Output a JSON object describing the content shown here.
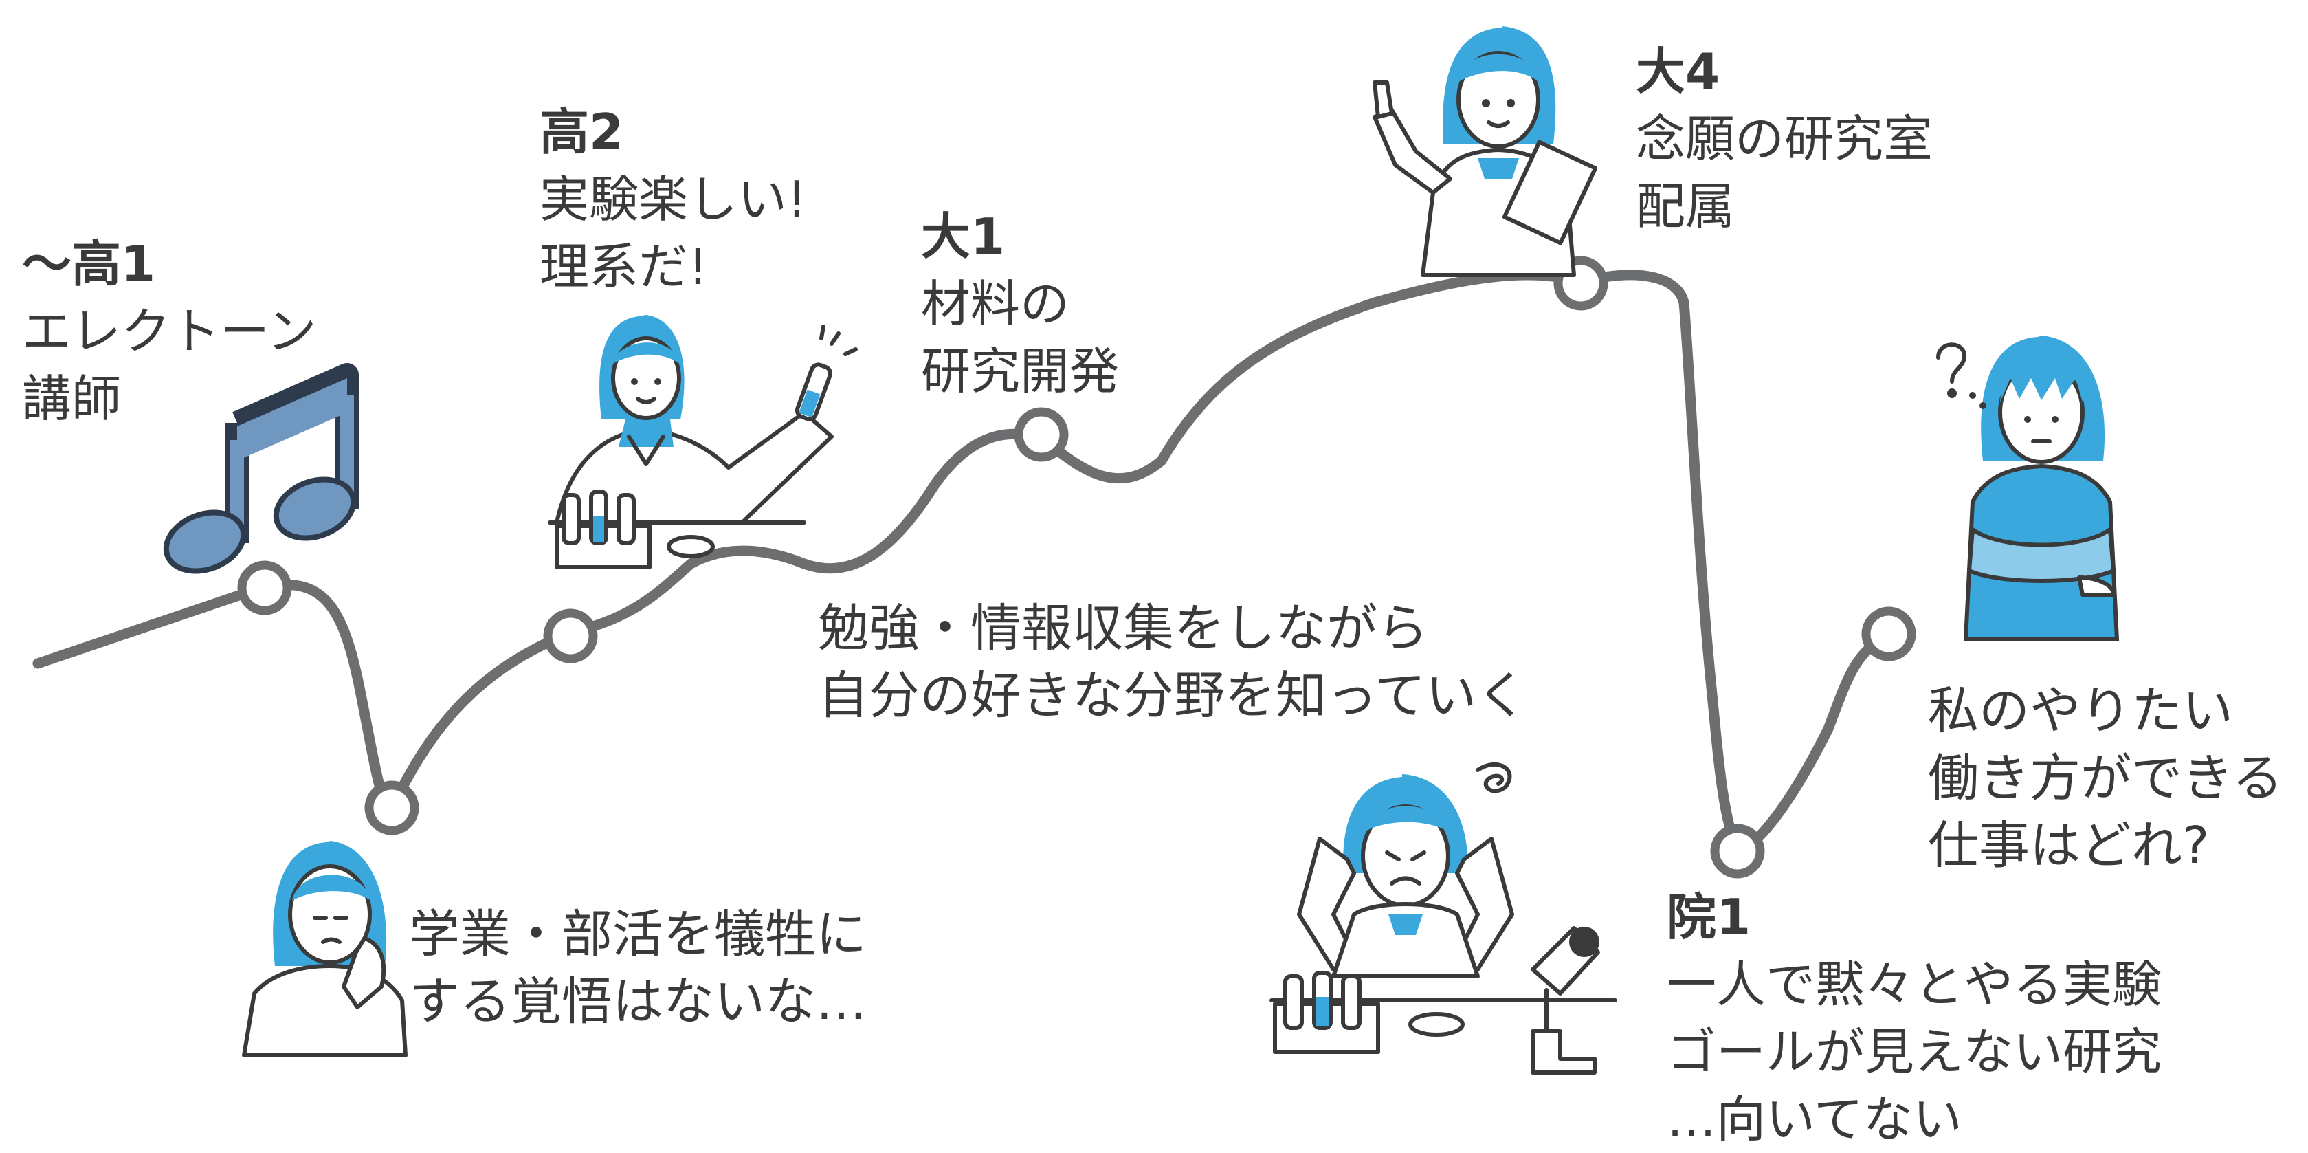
{
  "milestones": [
    {
      "id": "hs1",
      "stage": "〜高1",
      "lines": [
        "エレクトーン",
        "講師"
      ]
    },
    {
      "id": "hs2",
      "stage": "高2",
      "lines": [
        "実験楽しい!",
        "理系だ!"
      ]
    },
    {
      "id": "uni1",
      "stage": "大1",
      "lines": [
        "材料の",
        "研究開発"
      ]
    },
    {
      "id": "uni4",
      "stage": "大4",
      "lines": [
        "念願の研究室",
        "配属"
      ]
    },
    {
      "id": "grad1",
      "stage": "院1",
      "lines": [
        "一人で黙々とやる実験",
        "ゴールが見えない研究",
        "…向いてない"
      ]
    }
  ],
  "notes": {
    "sacrifice": [
      "学業・部活を犠牲に",
      "する覚悟はないな…"
    ],
    "learning": [
      "勉強・情報収集をしながら",
      "自分の好きな分野を知っていく"
    ],
    "question": [
      "私のやりたい",
      "働き方ができる",
      "仕事はどれ?"
    ]
  },
  "icons": {
    "music": "music-note-icon",
    "question": "question-mark-icon",
    "confusion": "confusion-swirl-icon"
  },
  "colors": {
    "line": "#6d6e70",
    "accent": "#3aa8dc",
    "music_note": "#6f97bf",
    "text": "#3a3a3a"
  }
}
